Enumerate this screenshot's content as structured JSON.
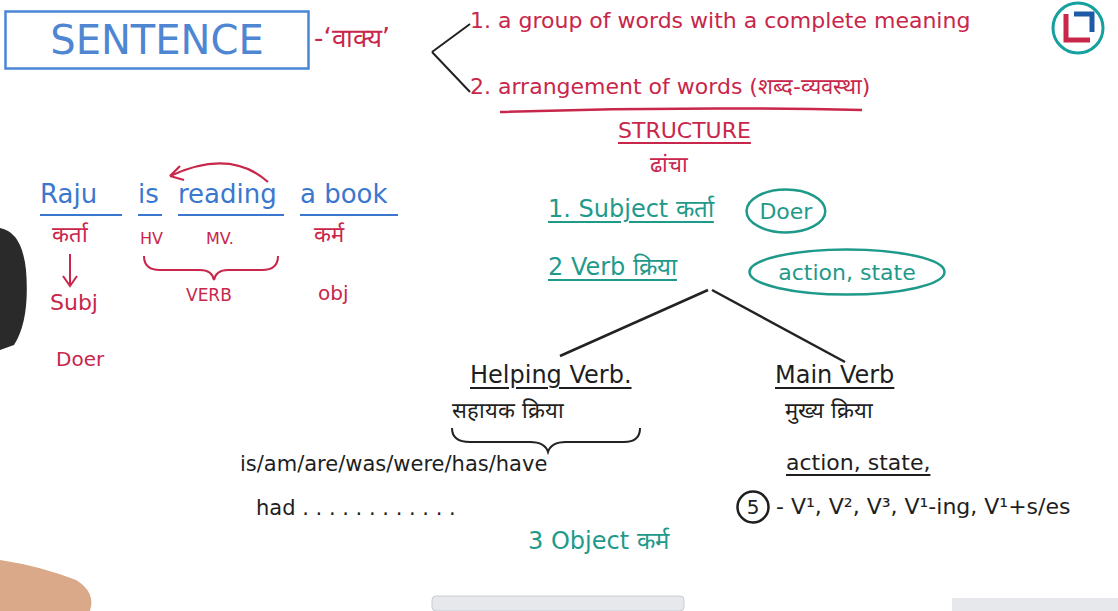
{
  "diagram": {
    "nodes": [
      {
        "text": [
          "SENTENCE"
        ]
      },
      {
        "text": [
          "Doer"
        ]
      },
      {
        "text": [
          "action, state"
        ]
      },
      {
        "text": [
          "5"
        ]
      }
    ],
    "labels": [
      "-‘वाक्य’",
      "1. a group of words with a complete meaning",
      "2. arrangement of words (शब्द-व्यवस्था)",
      "STRUCTURE",
      "ढांचा",
      "1. Subject कर्ता",
      "2 Verb क्रिया",
      "Helping Verb.",
      "सहायक क्रिया",
      "Main Verb",
      "मुख्य क्रिया",
      "is/am/are/was/were/has/have",
      "had . . . . . . . . . . . .",
      "3 Object कर्म",
      "action, state,",
      "- V¹, V², V³, V¹-ing, V¹+s/es",
      "Raju",
      "is",
      "reading",
      "a book",
      "कर्ता",
      "HV",
      "MV.",
      "कर्म",
      "VERB",
      "obj",
      "Subj",
      "Doer"
    ]
  }
}
